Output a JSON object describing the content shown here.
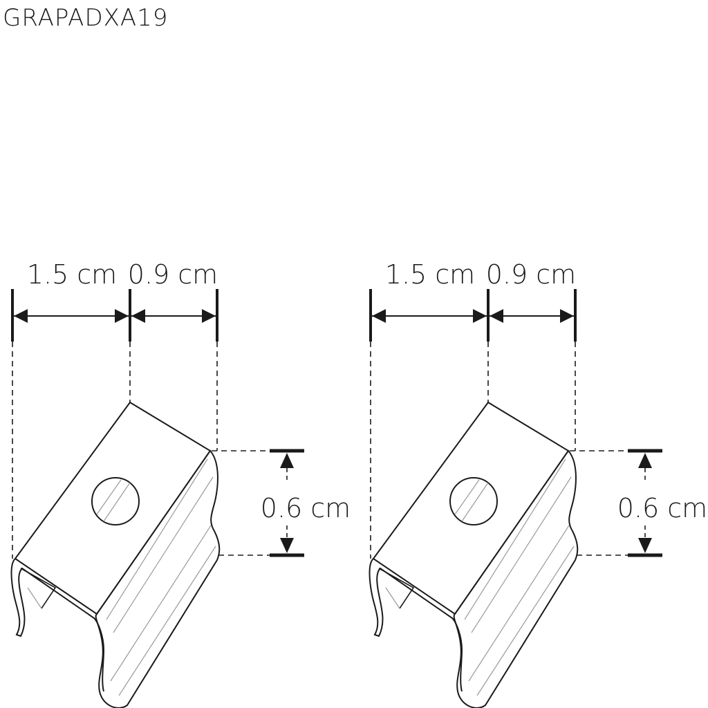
{
  "product_code": "GRAPADXA19",
  "colors": {
    "line": "#1a1a1a",
    "hatch": "#9a9a9a",
    "background": "#ffffff"
  },
  "drawings": [
    {
      "id": "left",
      "dim_width_a": "1.5 cm",
      "dim_width_b": "0.9 cm",
      "dim_height": "0.6 cm"
    },
    {
      "id": "right",
      "dim_width_a": "1.5 cm",
      "dim_width_b": "0.9 cm",
      "dim_height": "0.6 cm"
    }
  ]
}
